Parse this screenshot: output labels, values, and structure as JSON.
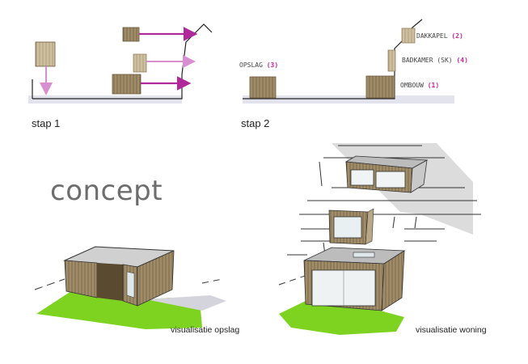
{
  "step1": {
    "label": "stap 1"
  },
  "step2": {
    "label": "stap 2",
    "annotations": {
      "opslag": {
        "text": "OPSLAG",
        "num": "(3)"
      },
      "dakkapel": {
        "text": "DAKKAPEL",
        "num": "(2)"
      },
      "badkamer": {
        "text": "BADKAMER (SK)",
        "num": "(4)"
      },
      "ombouw": {
        "text": "OMBOUW",
        "num": "(1)"
      }
    }
  },
  "concept": {
    "label": "concept"
  },
  "vis_opslag": {
    "label": "visualisatie opslag"
  },
  "vis_woning": {
    "label": "visualisatie woning"
  },
  "colors": {
    "wood": "#9c8a6a",
    "wood_dark": "#6b5a3e",
    "arrow": "#b0289a",
    "arrow_light": "#d88fcf",
    "grass": "#7ed321",
    "ground": "#d9d9e6",
    "shadow": "#cfcfd4"
  }
}
